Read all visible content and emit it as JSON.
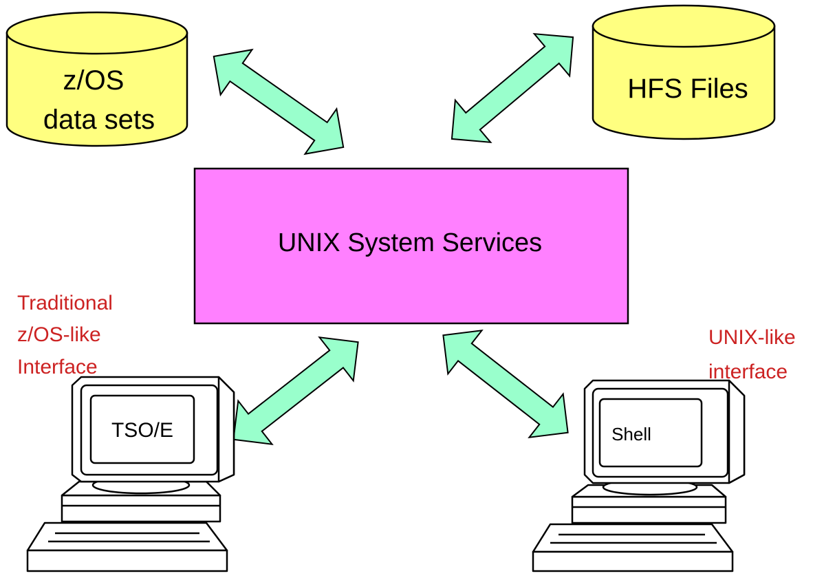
{
  "diagram": {
    "center": {
      "label": "UNIX System Services",
      "fill": "#ff80ff"
    },
    "stores": [
      {
        "line1": "z/OS",
        "line2": "data sets",
        "fill": "#ffff80"
      },
      {
        "line1": "HFS Files",
        "fill": "#ffff80"
      }
    ],
    "terminals": [
      {
        "screen_label": "TSO/E",
        "caption": [
          "Traditional",
          "z/OS-like",
          "Interface"
        ]
      },
      {
        "screen_label": "Shell",
        "caption": [
          "UNIX-like",
          "interface"
        ]
      }
    ],
    "arrow_fill": "#99ffcc",
    "caption_color": "#cc2222"
  }
}
